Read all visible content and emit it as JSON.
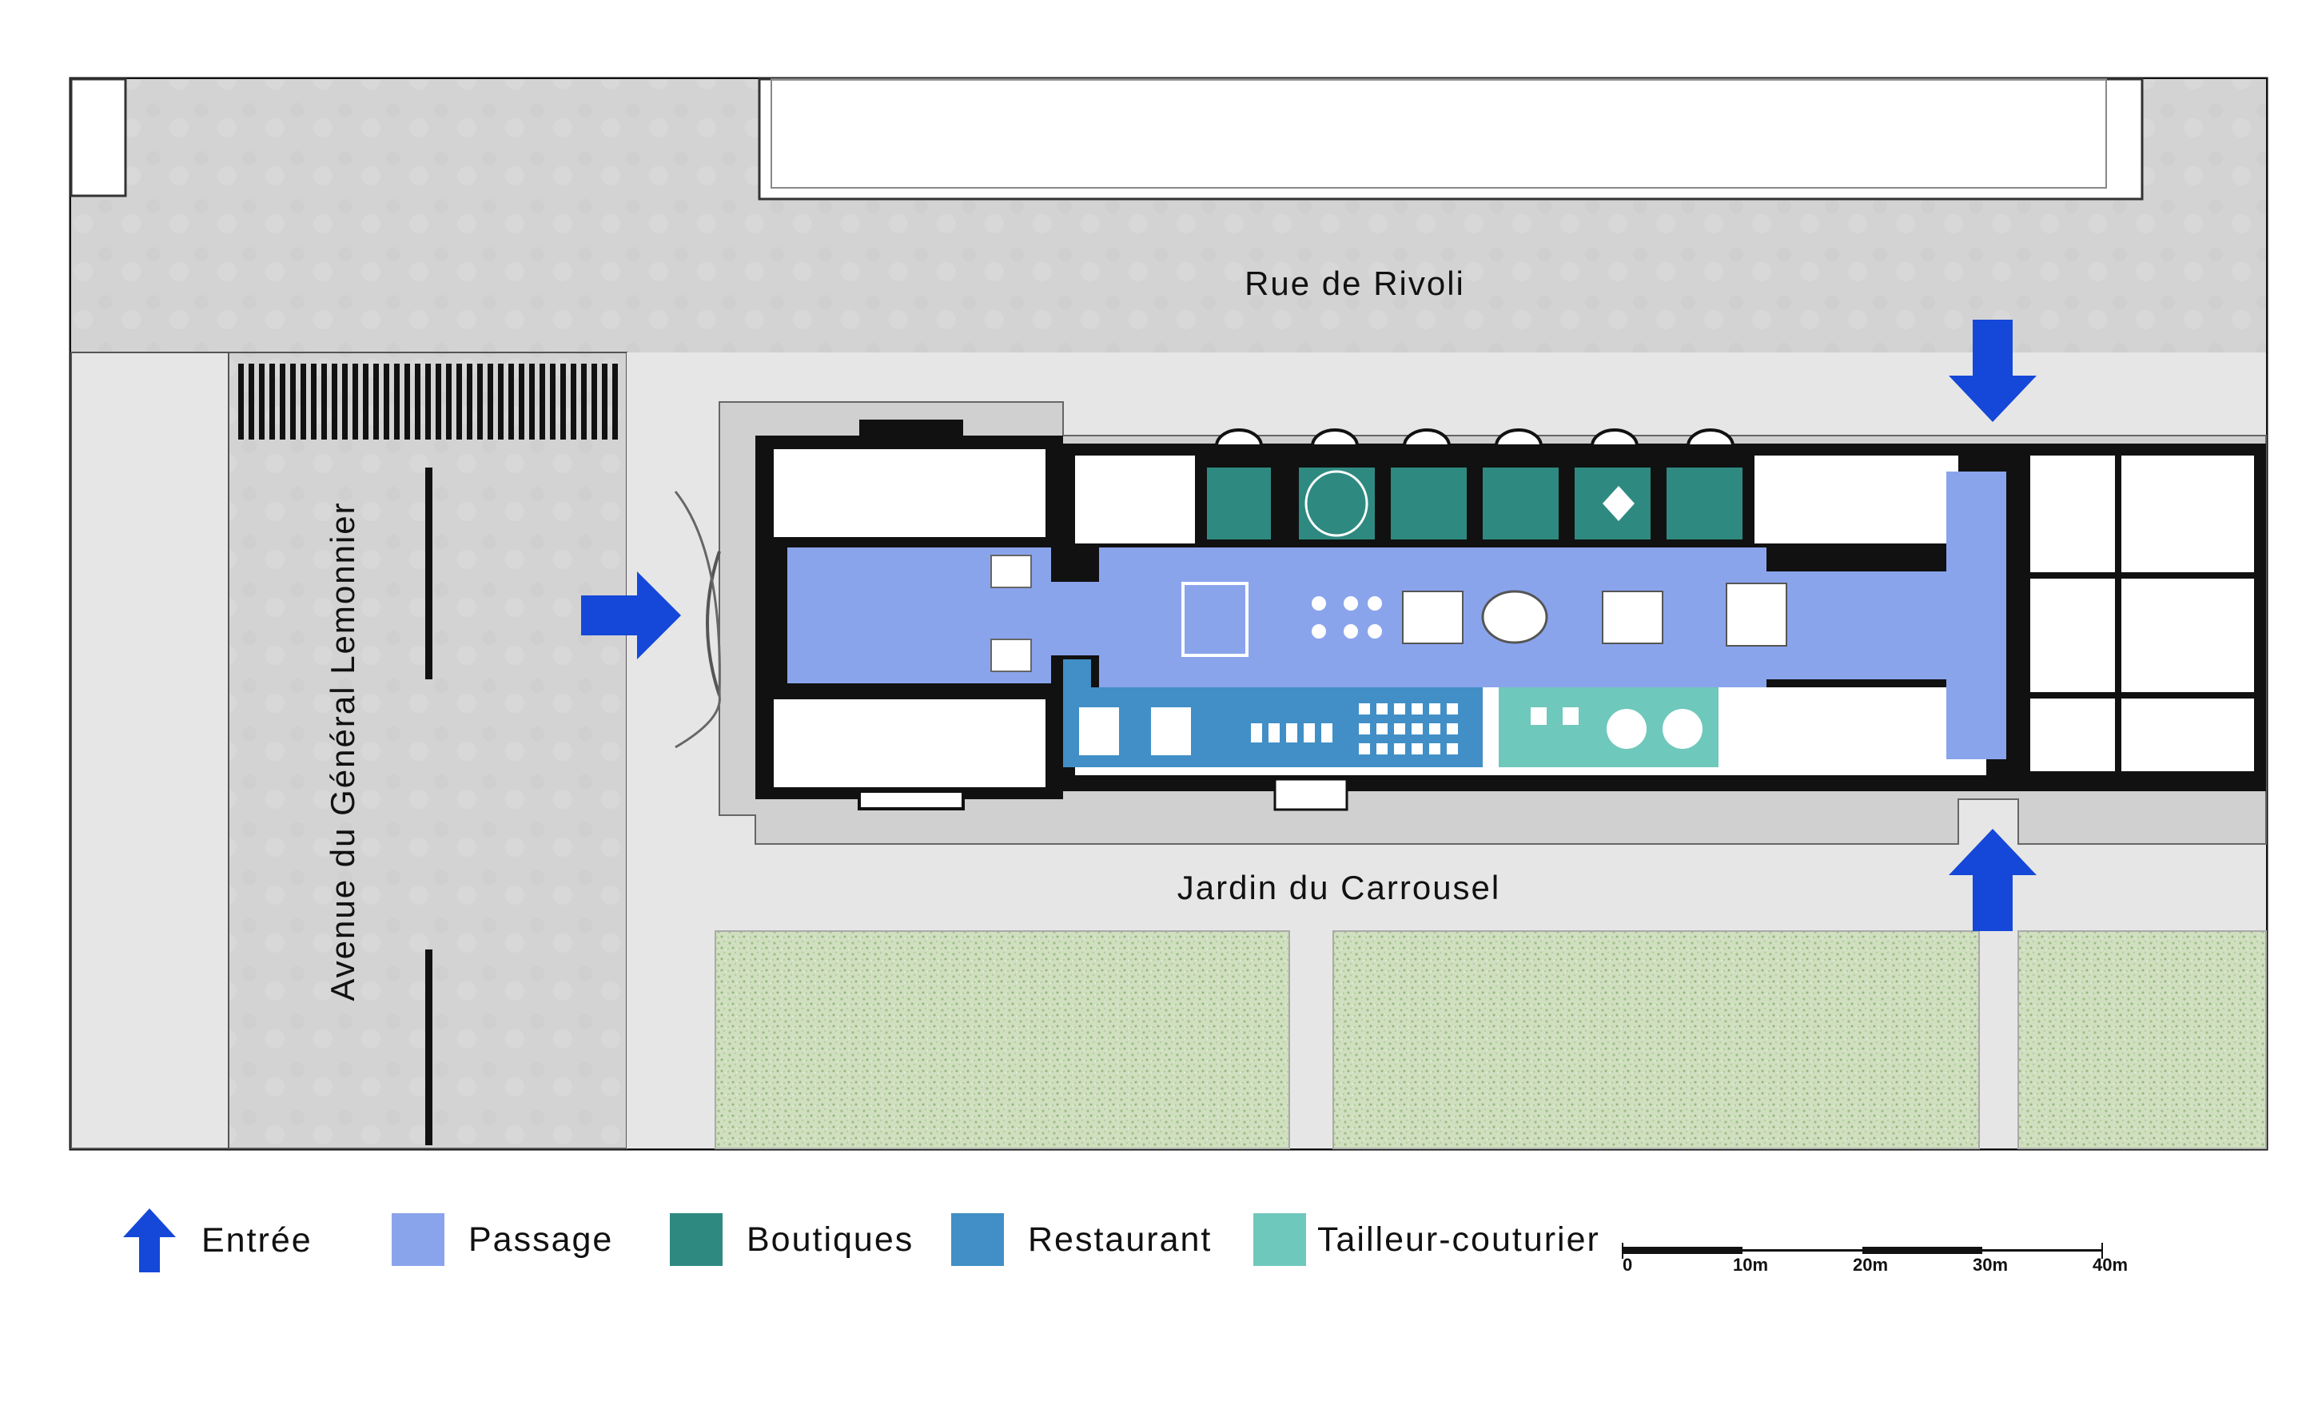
{
  "map": {
    "streets": {
      "north": "Rue de Rivoli",
      "west": "Avenue du Général Lemonnier",
      "south": "Jardin du Carrousel"
    }
  },
  "legend": {
    "items": [
      {
        "key": "entree",
        "label": "Entrée",
        "color": "#1548d8",
        "icon": "arrow-up-icon"
      },
      {
        "key": "passage",
        "label": "Passage",
        "color": "#8aa4ec"
      },
      {
        "key": "boutiques",
        "label": "Boutiques",
        "color": "#2e8a80"
      },
      {
        "key": "restaurant",
        "label": "Restaurant",
        "color": "#418fc6"
      },
      {
        "key": "tailleur",
        "label": "Tailleur-couturier",
        "color": "#6fc8bc"
      }
    ]
  },
  "scale_bar": {
    "labels": [
      "0",
      "10m",
      "20m",
      "30m",
      "40m"
    ]
  },
  "colors": {
    "street": "#d4d4d4",
    "sidewalk": "#e6e6e6",
    "lawn": "#c7d8b6",
    "wall": "#0e0e0e",
    "arrow": "#1548d8"
  }
}
